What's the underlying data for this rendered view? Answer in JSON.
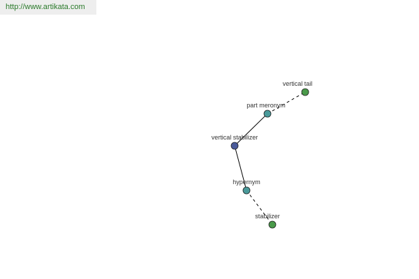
{
  "site": {
    "url_label": "http://www.artikata.com"
  },
  "graph": {
    "nodes": [
      {
        "id": "vertical-stabilizer",
        "label": "vertical stabilizer",
        "role": "center",
        "color": "#4a5a9a"
      },
      {
        "id": "part-meronym",
        "label": "part meronym",
        "role": "relation",
        "color": "#4a9a9a"
      },
      {
        "id": "vertical-tail",
        "label": "vertical tail",
        "role": "term",
        "color": "#4a9a4a"
      },
      {
        "id": "hypernym",
        "label": "hypernym",
        "role": "relation",
        "color": "#4a9a9a"
      },
      {
        "id": "stabilizer",
        "label": "stabilizer",
        "role": "term",
        "color": "#4a9a4a"
      }
    ],
    "edges": [
      {
        "from": "vertical-stabilizer",
        "to": "part-meronym",
        "style": "solid"
      },
      {
        "from": "part-meronym",
        "to": "vertical-tail",
        "style": "dashed"
      },
      {
        "from": "vertical-stabilizer",
        "to": "hypernym",
        "style": "solid"
      },
      {
        "from": "hypernym",
        "to": "stabilizer",
        "style": "dashed"
      }
    ]
  }
}
